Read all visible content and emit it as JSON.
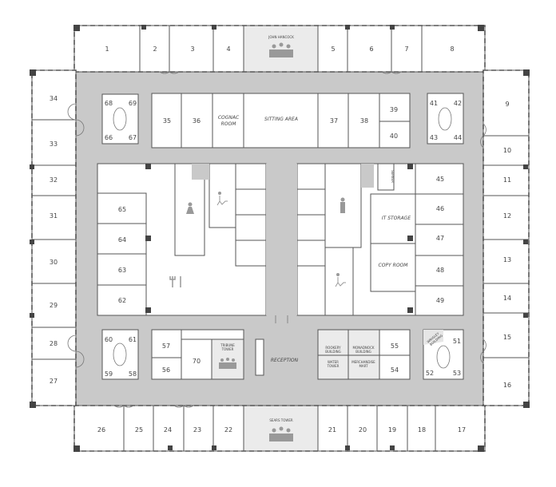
{
  "rooms": {
    "r1": "1",
    "r2": "2",
    "r3": "3",
    "r4": "4",
    "r5": "5",
    "r6": "6",
    "r7": "7",
    "r8": "8",
    "r9": "9",
    "r10": "10",
    "r11": "11",
    "r12": "12",
    "r13": "13",
    "r14": "14",
    "r15": "15",
    "r16": "16",
    "r17": "17",
    "r18": "18",
    "r19": "19",
    "r20": "20",
    "r21": "21",
    "r22": "22",
    "r23": "23",
    "r24": "24",
    "r25": "25",
    "r26": "26",
    "r27": "27",
    "r28": "28",
    "r29": "29",
    "r30": "30",
    "r31": "31",
    "r32": "32",
    "r33": "33",
    "r34": "34",
    "r35": "35",
    "r36": "36",
    "r37": "37",
    "r38": "38",
    "r39": "39",
    "r40": "40",
    "r41": "41",
    "r42": "42",
    "r43": "43",
    "r44": "44",
    "r45": "45",
    "r46": "46",
    "r47": "47",
    "r48": "48",
    "r49": "49",
    "r51": "51",
    "r52": "52",
    "r53": "53",
    "r54": "54",
    "r55": "55",
    "r56": "56",
    "r57": "57",
    "r58": "58",
    "r59": "59",
    "r60": "60",
    "r61": "61",
    "r62": "62",
    "r63": "63",
    "r64": "64",
    "r65": "65",
    "r66": "66",
    "r67": "67",
    "r68": "68",
    "r69": "69",
    "r70": "70"
  },
  "named_rooms": {
    "john_hancock": "JOHN HANCOCK",
    "sears_tower": "SEARS TOWER",
    "cognac_room_1": "COGNAC",
    "cognac_room_2": "ROOM",
    "sitting_area": "SITTING AREA",
    "server": "SERVER",
    "it_storage": "IT STORAGE",
    "copy_room": "COPY ROOM",
    "reception": "RECEPTION",
    "tribune_tower_1": "TRIBUNE",
    "tribune_tower_2": "TOWER",
    "rookery_1": "ROOKERY",
    "rookery_2": "BUILDING",
    "monadnock_1": "MONADNOCK",
    "monadnock_2": "BUILDING",
    "water_tower_1": "WATER",
    "water_tower_2": "TOWER",
    "merchandise_mart_1": "MERCHANDISE",
    "merchandise_mart_2": "MART",
    "rotated_room_1": "WRIGLEY",
    "rotated_room_2": "BUILDING"
  },
  "colors": {
    "corridor": "#c9c9c9",
    "conference": "#ebebeb",
    "wall": "#555555",
    "column": "#444444"
  }
}
